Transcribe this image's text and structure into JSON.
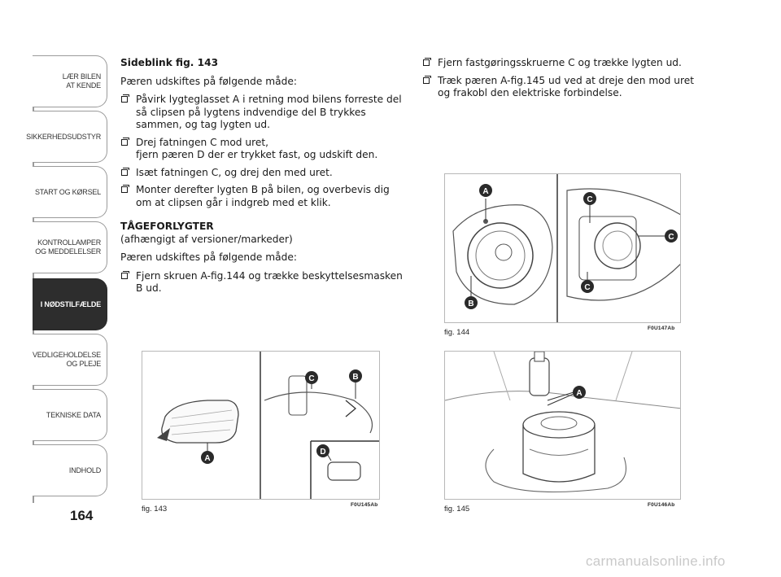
{
  "sidebar": {
    "tabs": [
      {
        "label": "LÆR BILEN\nAT KENDE",
        "active": false
      },
      {
        "label": "SIKKERHEDSUDSTYR",
        "active": false
      },
      {
        "label": "START OG KØRSEL",
        "active": false
      },
      {
        "label": "KONTROLLAMPER\nOG MEDDELELSER",
        "active": false
      },
      {
        "label": "I NØDSTILFÆLDE",
        "active": true
      },
      {
        "label": "VEDLIGEHOLDELSE\nOG PLEJE",
        "active": false
      },
      {
        "label": "TEKNISKE DATA",
        "active": false
      },
      {
        "label": "INDHOLD",
        "active": false
      }
    ]
  },
  "page_number": "164",
  "left_column": {
    "heading": "Sideblink fig. 143",
    "intro": "Pæren udskiftes på følgende måde:",
    "steps": [
      "Påvirk lygteglasset A i retning mod bilens forreste del så clipsen på lygtens indvendige del B trykkes sammen, og tag lygten ud.",
      "Drej fatningen C mod uret,\nfjern pæren D der er trykket fast, og udskift den.",
      "Isæt fatningen C, og drej den med uret.",
      "Monter derefter lygten B på bilen, og overbevis dig om at clipsen går i indgreb med et klik."
    ],
    "fog_heading": "TÅGEFORLYGTER",
    "fog_sub": "(afhængigt af versioner/markeder)",
    "fog_intro": "Pæren udskiftes på følgende måde:",
    "fog_steps": [
      "Fjern skruen A-fig.144 og trække beskyttelsesmasken B ud."
    ]
  },
  "right_column": {
    "steps": [
      "Fjern fastgøringsskruerne C og trække lygten ud.",
      "Træk pæren A-fig.145 ud ved at dreje den mod uret og frakobl den elektriske forbindelse."
    ]
  },
  "figures": {
    "fig143": {
      "caption": "fig. 143",
      "code": "F0U145Ab",
      "labels": [
        "A",
        "B",
        "C",
        "D"
      ]
    },
    "fig144": {
      "caption": "fig. 144",
      "code": "F0U147Ab",
      "labels": [
        "A",
        "B",
        "C",
        "C",
        "C"
      ]
    },
    "fig145": {
      "caption": "fig. 145",
      "code": "F0U146Ab",
      "labels": [
        "A"
      ]
    }
  },
  "watermark": "carmanualsonline.info",
  "colors": {
    "tab_active": "#2d2d2d",
    "border": "#9a9a9a",
    "callout": "#2a2a2a"
  }
}
